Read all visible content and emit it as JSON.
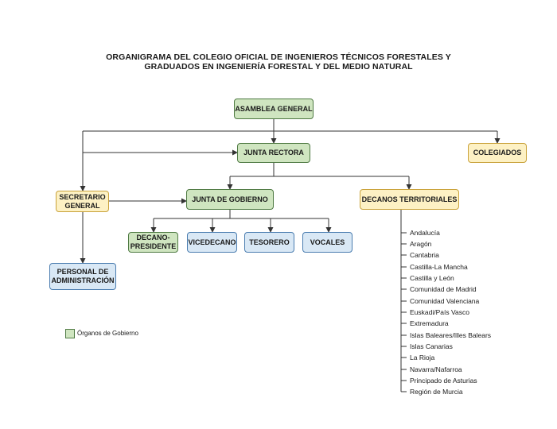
{
  "title": {
    "line1": "ORGANIGRAMA DEL COLEGIO OFICIAL DE INGENIEROS TÉCNICOS FORESTALES Y",
    "line2": "GRADUADOS EN INGENIERÍA FORESTAL Y DEL MEDIO NATURAL"
  },
  "nodes": {
    "asamblea": "ASAMBLEA GENERAL",
    "junta_rectora": "JUNTA RECTORA",
    "colegiados": "COLEGIADOS",
    "secretario": "SECRETARIO GENERAL",
    "junta_gobierno": "JUNTA DE GOBIERNO",
    "decanos_territoriales": "DECANOS TERRITORIALES",
    "decano_presidente": "DECANO-PRESIDENTE",
    "vicedecano": "VICEDECANO",
    "tesorero": "TESORERO",
    "vocales": "VOCALES",
    "personal": "PERSONAL DE ADMINISTRACIÓN"
  },
  "regions": [
    "Andalucía",
    "Aragón",
    "Cantabria",
    "Castilla-La Mancha",
    "Castilla y León",
    "Comunidad de Madrid",
    "Comunidad Valenciana",
    "Euskadi/País Vasco",
    "Extremadura",
    "Islas Baleares/Illes Balears",
    "Islas Canarias",
    "La Rioja",
    "Navarra/Nafarroa",
    "Principado de Asturias",
    "Región de Murcia"
  ],
  "legend": {
    "label": "Órganos de Gobierno"
  },
  "colors": {
    "gobierno_fill": "#cfe5c0",
    "yellow_fill": "#fdf1c4",
    "blue_fill": "#d9e8f5"
  }
}
